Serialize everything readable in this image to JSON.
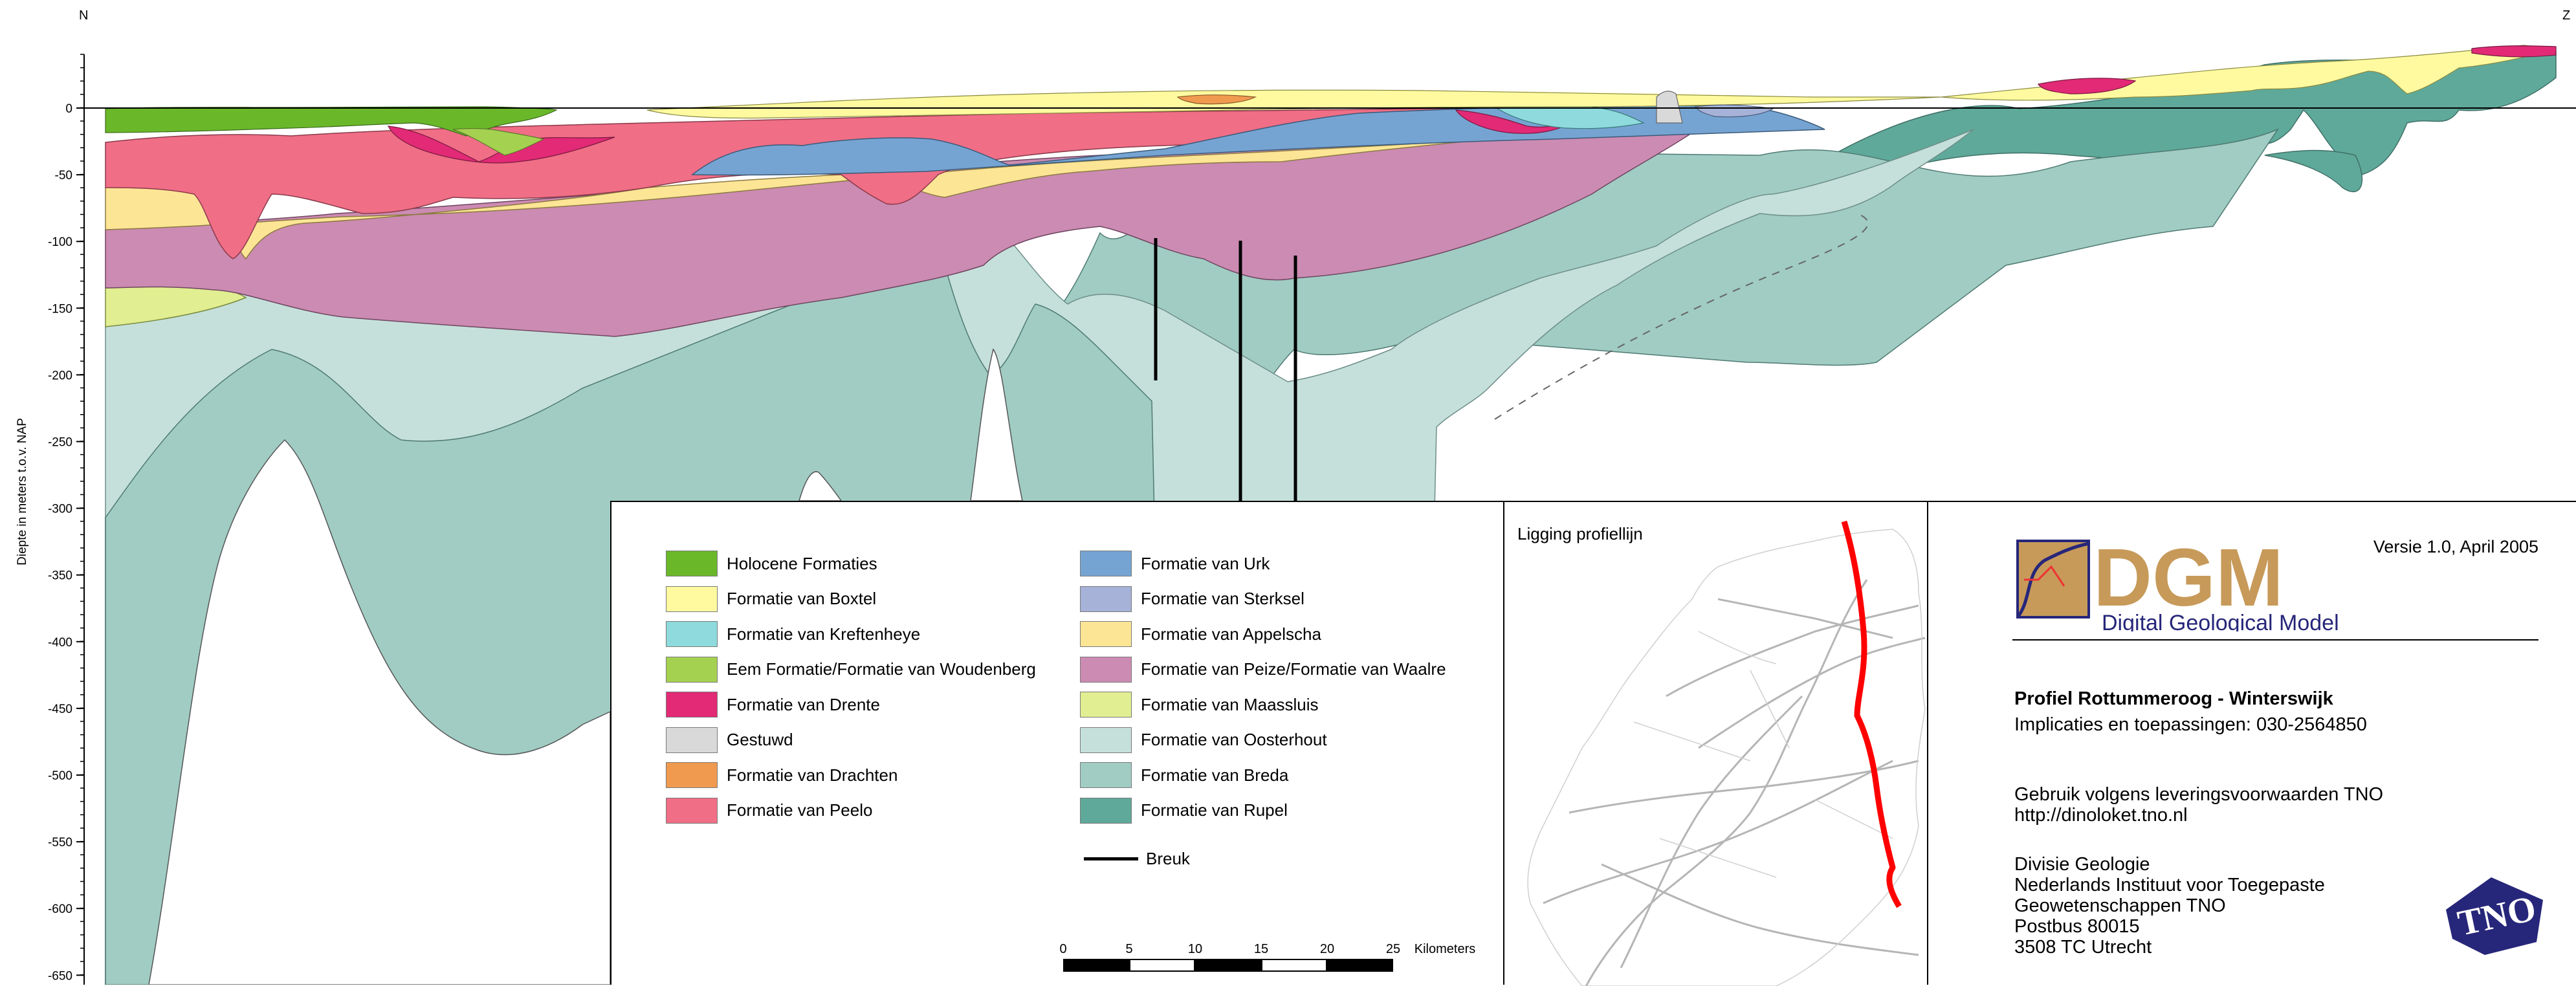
{
  "compass": {
    "north": "N",
    "south": "Z"
  },
  "y_axis": {
    "label": "Diepte in meters t.o.v. NAP",
    "ticks": [
      "0",
      "-50",
      "-100",
      "-150",
      "-200",
      "-250",
      "-300",
      "-350",
      "-400",
      "-450",
      "-500",
      "-550",
      "-600",
      "-650"
    ]
  },
  "legend": {
    "left_items": [
      {
        "label": "Holocene Formaties",
        "color": "#6ab82a"
      },
      {
        "label": "Formatie van Boxtel",
        "color": "#fffaa0"
      },
      {
        "label": "Formatie van Kreftenheye",
        "color": "#8edadc"
      },
      {
        "label": "Eem Formatie/Formatie van Woudenberg",
        "color": "#a4d150"
      },
      {
        "label": "Formatie van Drente",
        "color": "#e22a76"
      },
      {
        "label": "Gestuwd",
        "color": "#d9d9d9"
      },
      {
        "label": "Formatie van Drachten",
        "color": "#f09a50"
      },
      {
        "label": "Formatie van Peelo",
        "color": "#f06e86"
      }
    ],
    "right_items": [
      {
        "label": "Formatie van Urk",
        "color": "#76a4d2"
      },
      {
        "label": "Formatie van Sterksel",
        "color": "#a6b2d8"
      },
      {
        "label": "Formatie van Appelscha",
        "color": "#fde596"
      },
      {
        "label": "Formatie van Peize/Formatie van Waalre",
        "color": "#cc8bb2"
      },
      {
        "label": "Formatie van Maassluis",
        "color": "#e1ee91"
      },
      {
        "label": "Formatie van Oosterhout",
        "color": "#c5e0da"
      },
      {
        "label": "Formatie van Breda",
        "color": "#a0ccc3"
      },
      {
        "label": "Formatie van Rupel",
        "color": "#5fa99a"
      }
    ],
    "fault_label": "Breuk"
  },
  "scalebar": {
    "labels": [
      "0",
      "5",
      "10",
      "15",
      "20",
      "25"
    ],
    "unit": "Kilometers"
  },
  "location_map": {
    "title": "Ligging profiellijn",
    "line_color": "#ff0000"
  },
  "info": {
    "logo_text": "DGM",
    "logo_subtitle": "Digital Geological Model",
    "version": "Versie 1.0, April 2005",
    "profile_title": "Profiel Rottummeroog - Winterswijk",
    "implications": "Implicaties en toepassingen: 030-2564850",
    "usage_line1": "Gebruik volgens leveringsvoorwaarden TNO",
    "usage_line2": "http://dinoloket.tno.nl",
    "address": [
      "Divisie Geologie",
      "Nederlands Instituut voor Toegepaste",
      "Geowetenschappen TNO",
      "Postbus 80015",
      "3508 TC Utrecht"
    ],
    "tno_logo_text": "TNO",
    "brand_color": "#c79a5a",
    "navy": "#26267a"
  }
}
